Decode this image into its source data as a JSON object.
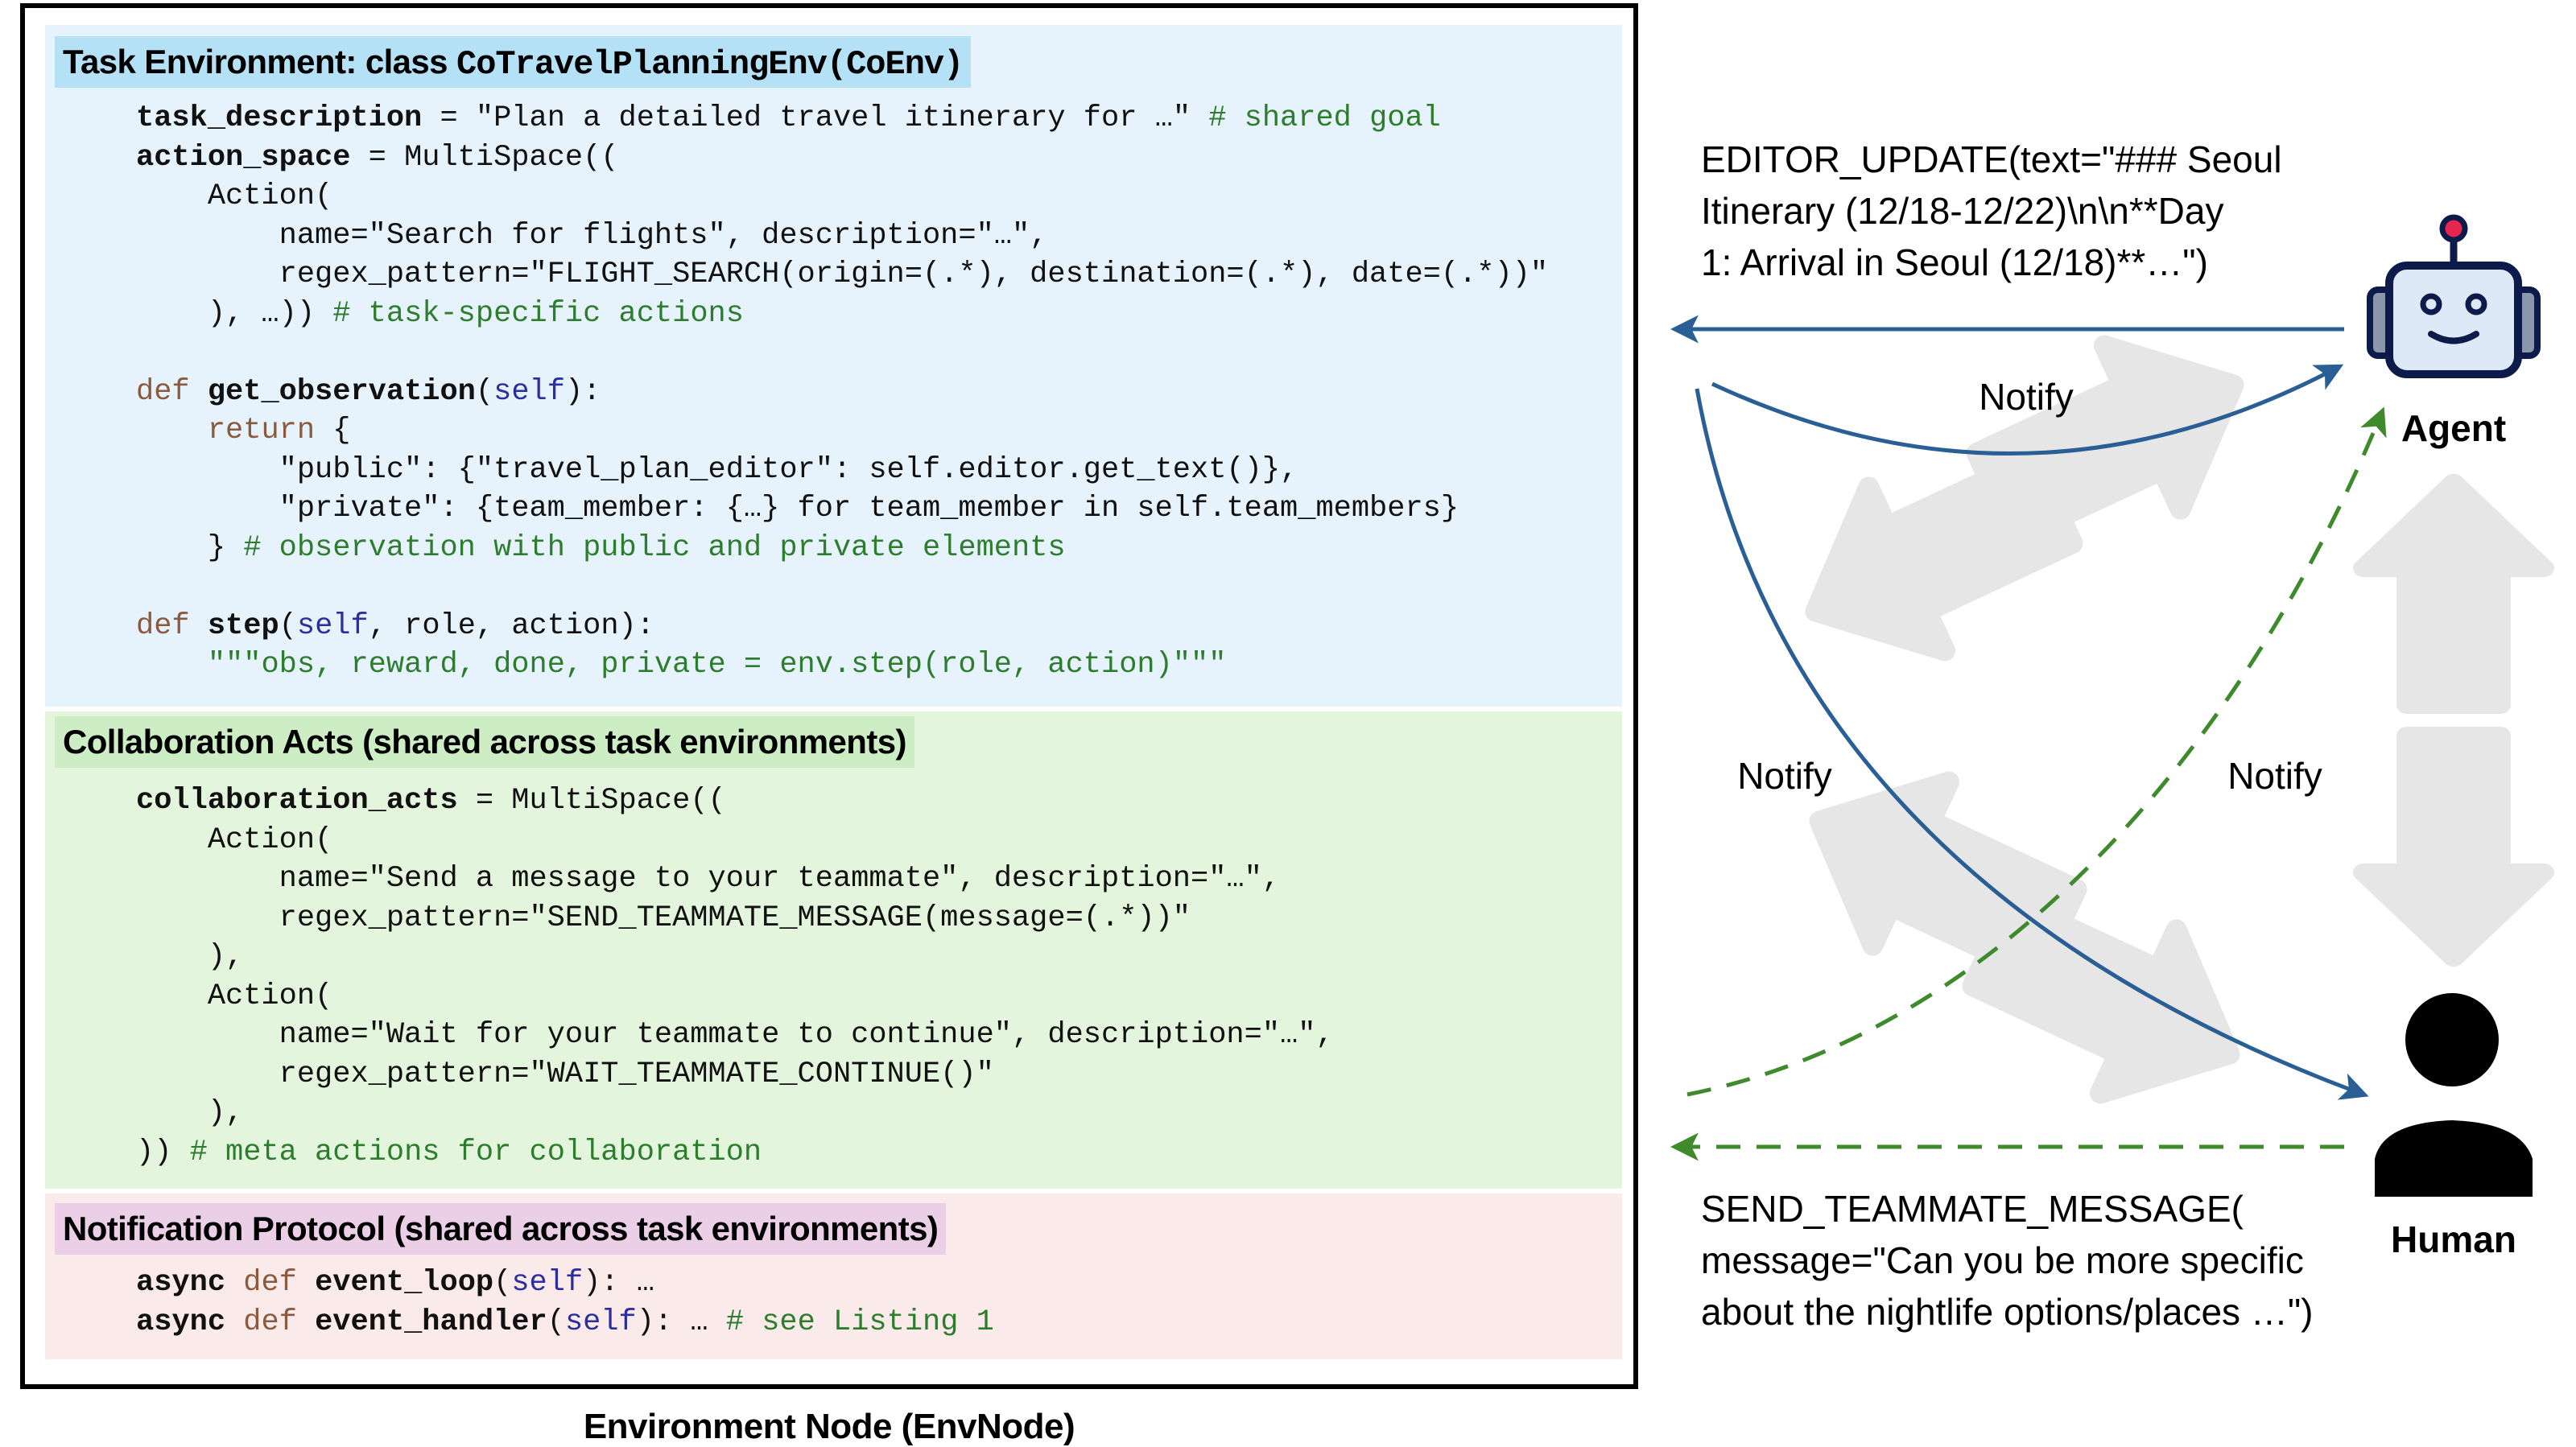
{
  "sections": [
    {
      "id": "task-environment",
      "header": "Task Environment: class ",
      "header_code": "CoTravelPlanningEnv(CoEnv)",
      "lines": [
        {
          "tokens": [
            {
              "t": "task_description",
              "c": "b"
            },
            {
              "t": " = \"Plan a detailed travel itinerary for …\" ",
              "c": "n"
            },
            {
              "t": "# shared goal",
              "c": "c"
            }
          ]
        },
        {
          "tokens": [
            {
              "t": "action_space",
              "c": "b"
            },
            {
              "t": " = MultiSpace((",
              "c": "n"
            }
          ]
        },
        {
          "tokens": [
            {
              "t": "    Action(",
              "c": "n"
            }
          ]
        },
        {
          "tokens": [
            {
              "t": "        name=\"Search for flights\", description=\"…\",",
              "c": "n"
            }
          ]
        },
        {
          "tokens": [
            {
              "t": "        regex_pattern=\"FLIGHT_SEARCH(origin=(.*), destination=(.*), date=(.*))\"",
              "c": "n"
            }
          ]
        },
        {
          "tokens": [
            {
              "t": "    ), …)) ",
              "c": "n"
            },
            {
              "t": "# task-specific actions",
              "c": "c"
            }
          ]
        },
        {
          "tokens": []
        },
        {
          "tokens": [
            {
              "t": "def ",
              "c": "k"
            },
            {
              "t": "get_observation",
              "c": "b"
            },
            {
              "t": "(",
              "c": "n"
            },
            {
              "t": "self",
              "c": "s"
            },
            {
              "t": "):",
              "c": "n"
            }
          ]
        },
        {
          "tokens": [
            {
              "t": "    ",
              "c": "n"
            },
            {
              "t": "return",
              "c": "k"
            },
            {
              "t": " {",
              "c": "n"
            }
          ]
        },
        {
          "tokens": [
            {
              "t": "        \"public\": {\"travel_plan_editor\": self.editor.get_text()},",
              "c": "n"
            }
          ]
        },
        {
          "tokens": [
            {
              "t": "        \"private\": {team_member: {…} for team_member in self.team_members}",
              "c": "n"
            }
          ]
        },
        {
          "tokens": [
            {
              "t": "    } ",
              "c": "n"
            },
            {
              "t": "# observation with public and private elements",
              "c": "c"
            }
          ]
        },
        {
          "tokens": []
        },
        {
          "tokens": [
            {
              "t": "def ",
              "c": "k"
            },
            {
              "t": "step",
              "c": "b"
            },
            {
              "t": "(",
              "c": "n"
            },
            {
              "t": "self",
              "c": "s"
            },
            {
              "t": ", role, action):",
              "c": "n"
            }
          ]
        },
        {
          "tokens": [
            {
              "t": "    ",
              "c": "n"
            },
            {
              "t": "\"\"\"obs, reward, done, private = env.step(role, action)\"\"\"",
              "c": "c"
            }
          ]
        }
      ]
    },
    {
      "id": "collaboration-acts",
      "header": "Collaboration Acts (shared across task environments)",
      "lines": [
        {
          "tokens": [
            {
              "t": "collaboration_acts",
              "c": "b"
            },
            {
              "t": " = MultiSpace((",
              "c": "n"
            }
          ]
        },
        {
          "tokens": [
            {
              "t": "    Action(",
              "c": "n"
            }
          ]
        },
        {
          "tokens": [
            {
              "t": "        name=\"Send a message to your teammate\", description=\"…\",",
              "c": "n"
            }
          ]
        },
        {
          "tokens": [
            {
              "t": "        regex_pattern=\"SEND_TEAMMATE_MESSAGE(message=(.*))\"",
              "c": "n"
            }
          ]
        },
        {
          "tokens": [
            {
              "t": "    ),",
              "c": "n"
            }
          ]
        },
        {
          "tokens": [
            {
              "t": "    Action(",
              "c": "n"
            }
          ]
        },
        {
          "tokens": [
            {
              "t": "        name=\"Wait for your teammate to continue\", description=\"…\",",
              "c": "n"
            }
          ]
        },
        {
          "tokens": [
            {
              "t": "        regex_pattern=\"WAIT_TEAMMATE_CONTINUE()\"",
              "c": "n"
            }
          ]
        },
        {
          "tokens": [
            {
              "t": "    ),",
              "c": "n"
            }
          ]
        },
        {
          "tokens": [
            {
              "t": ")) ",
              "c": "n"
            },
            {
              "t": "# meta actions for collaboration",
              "c": "c"
            }
          ]
        }
      ]
    },
    {
      "id": "notification-protocol",
      "header": "Notification Protocol (shared across task environments)",
      "lines": [
        {
          "tokens": [
            {
              "t": "async ",
              "c": "b"
            },
            {
              "t": "def ",
              "c": "k"
            },
            {
              "t": "event_loop",
              "c": "b"
            },
            {
              "t": "(",
              "c": "n"
            },
            {
              "t": "self",
              "c": "s"
            },
            {
              "t": "): …",
              "c": "n"
            }
          ]
        },
        {
          "tokens": [
            {
              "t": "async ",
              "c": "b"
            },
            {
              "t": "def ",
              "c": "k"
            },
            {
              "t": "event_handler",
              "c": "b"
            },
            {
              "t": "(",
              "c": "n"
            },
            {
              "t": "self",
              "c": "s"
            },
            {
              "t": "): … ",
              "c": "n"
            },
            {
              "t": "# see Listing 1",
              "c": "c"
            }
          ]
        }
      ]
    }
  ],
  "caption": "Environment Node (EnvNode)",
  "diagram": {
    "editor_update": "EDITOR_UPDATE(text=\"### Seoul\nItinerary (12/18-12/22)\\n\\n**Day\n1: Arrival in Seoul (12/18)**…\")",
    "send_message": "SEND_TEAMMATE_MESSAGE(\nmessage=\"Can you be more specific\nabout the nightlife options/places …\")",
    "notify_top": "Notify",
    "notify_left": "Notify",
    "notify_right": "Notify",
    "agent_label": "Agent",
    "human_label": "Human",
    "agent_icon": "robot-icon",
    "human_icon": "person-icon"
  },
  "colors": {
    "agent_flow": "#2a5f96",
    "human_flow": "#3f8a2c",
    "background_arrows": "#e6e6e6",
    "task_env_bg": "#e6f3fc",
    "collab_bg": "#e4f5de",
    "notify_bg": "#fbeaea"
  }
}
